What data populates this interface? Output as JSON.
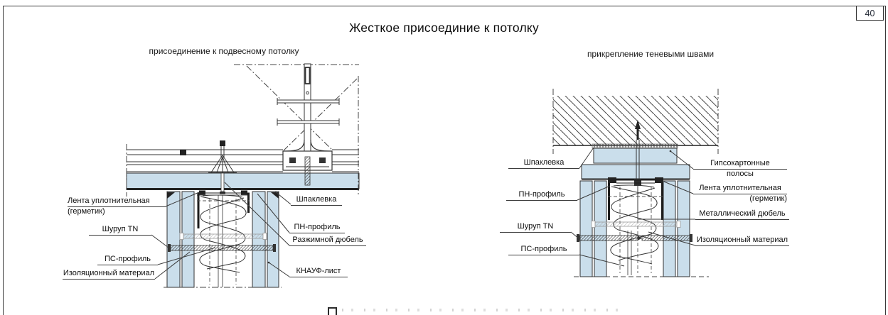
{
  "page": {
    "number": "40",
    "title": "Жесткое присоединие к потолку"
  },
  "colors": {
    "board_fill": "#cadeeb",
    "line": "#333333",
    "heavy_line": "#222222"
  },
  "figures": {
    "left": {
      "subtitle": "присоединение к подвесному потолку",
      "labels": {
        "lenta": {
          "line1": "Лента уплотнительная",
          "line2": "(герметик)"
        },
        "shurup": {
          "line1": "Шуруп TN"
        },
        "ps": {
          "line1": "ПС-профиль"
        },
        "izol": {
          "line1": "Изоляционный материал"
        },
        "shpaklevka": {
          "line1": "Шпаклевка"
        },
        "pn": {
          "line1": "ПН-профиль"
        },
        "razhim": {
          "line1": "Разжимной дюбель"
        },
        "knauf": {
          "line1": "КНАУФ-лист"
        }
      }
    },
    "right": {
      "subtitle": "прикрепление теневыми швами",
      "labels": {
        "shpaklevka": {
          "line1": "Шпаклевка"
        },
        "pn": {
          "line1": "ПН-профиль"
        },
        "shurup": {
          "line1": "Шуруп TN"
        },
        "ps": {
          "line1": "ПС-профиль"
        },
        "gips": {
          "line1": "Гипсокартонные",
          "line2": "полосы"
        },
        "lenta": {
          "line1": "Лента уплотнительная",
          "line2": "(герметик)"
        },
        "metal": {
          "line1": "Металлический дюбель"
        },
        "izol": {
          "line1": "Изоляционный материал"
        }
      }
    }
  }
}
